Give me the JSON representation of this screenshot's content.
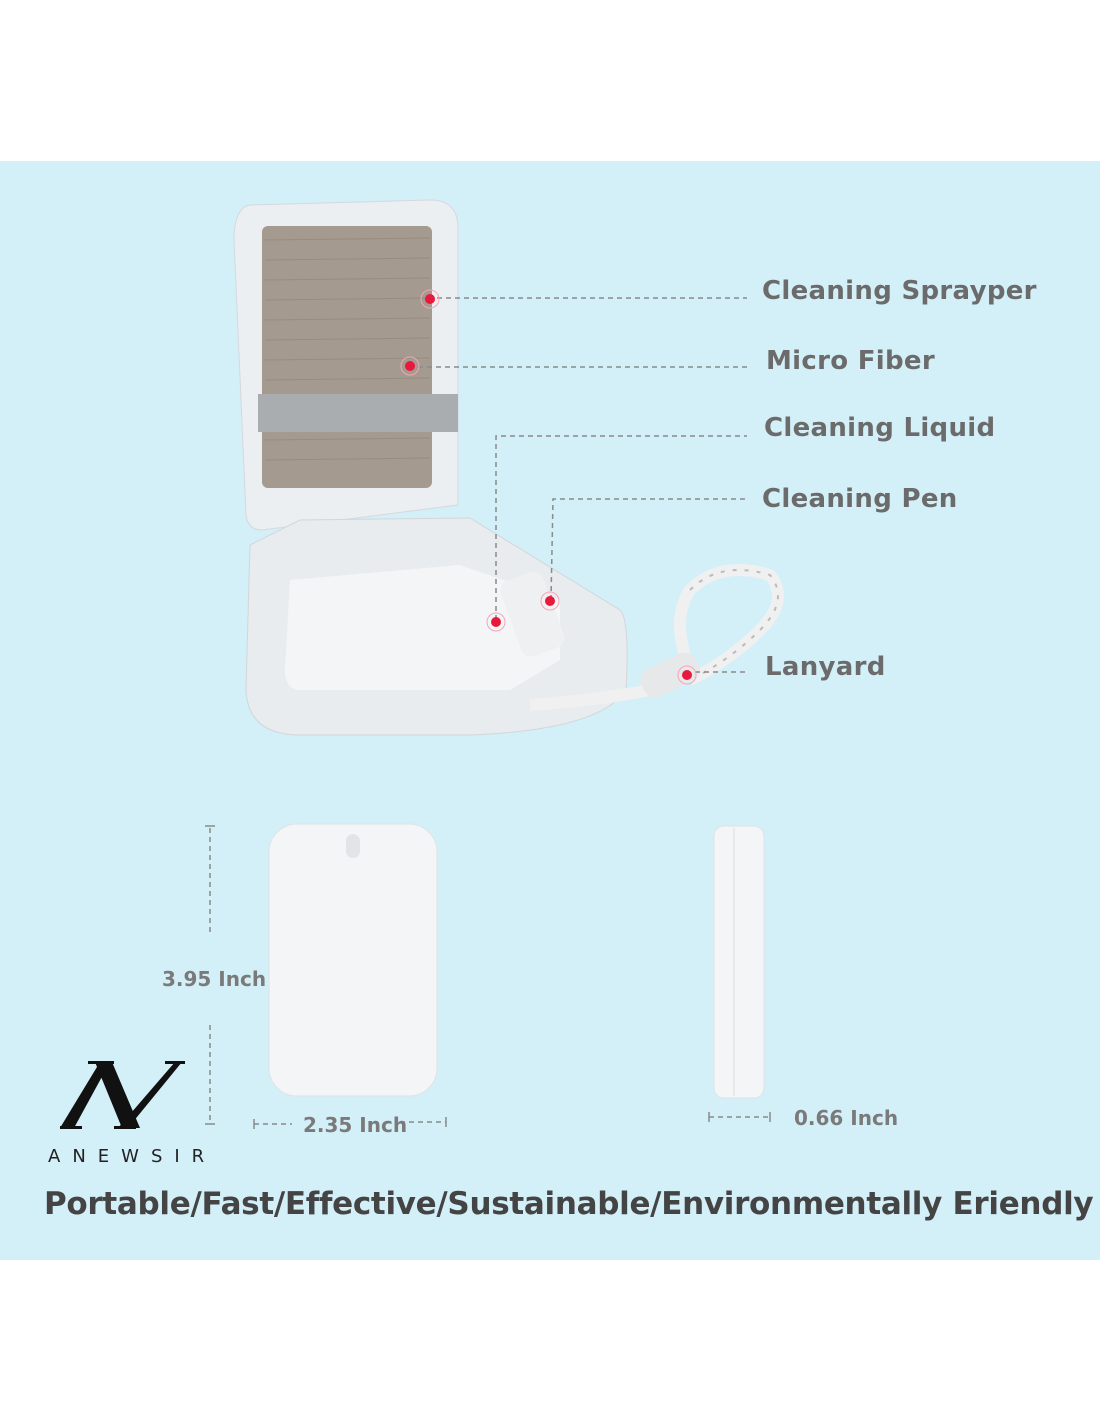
{
  "callouts": [
    {
      "label": "Cleaning Sprayper"
    },
    {
      "label": "Micro Fiber"
    },
    {
      "label": "Cleaning Liquid"
    },
    {
      "label": "Cleaning Pen"
    },
    {
      "label": "Lanyard"
    }
  ],
  "dimensions": {
    "height": "3.95 Inch",
    "width": "2.35 Inch",
    "depth": "0.66 Inch"
  },
  "brand": {
    "logo_text": "AV",
    "name": "ANEWSIR"
  },
  "tagline": "Portable/Fast/Effective/Sustainable/Environmentally Eriendly",
  "colors": {
    "background": "#d3eff8",
    "marker": "#e8193c",
    "label_text": "#6b6b6b"
  }
}
